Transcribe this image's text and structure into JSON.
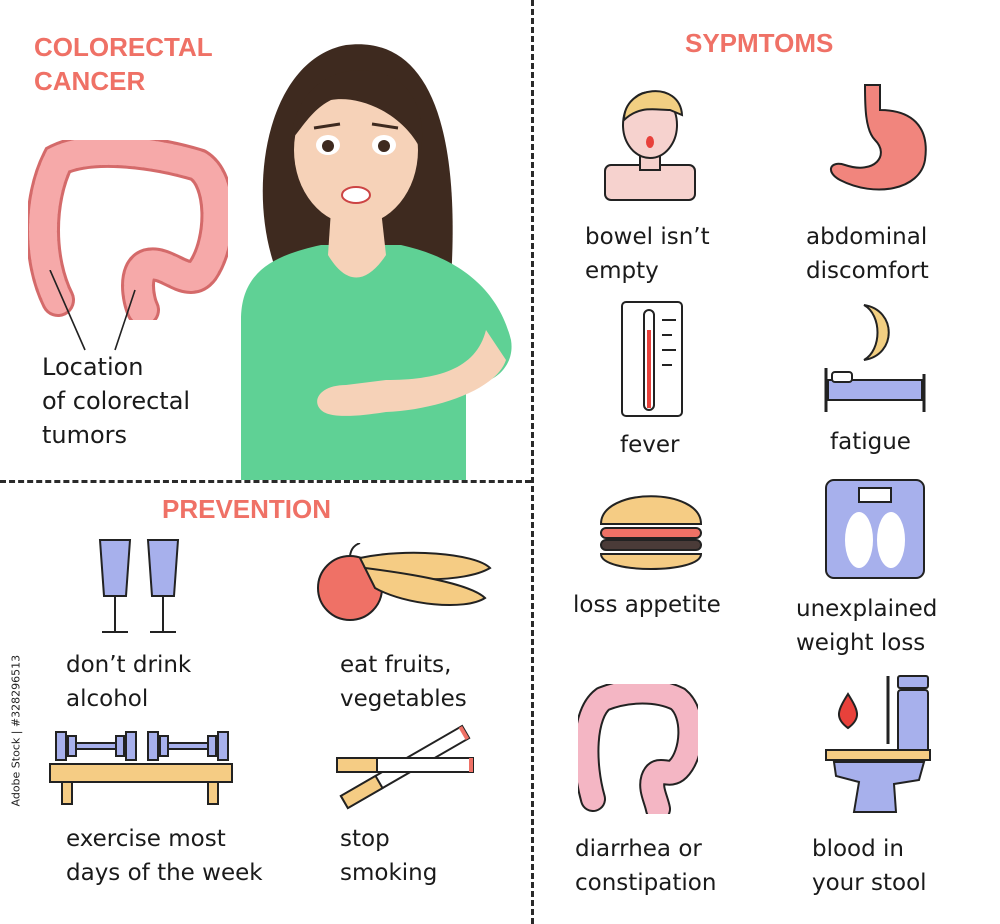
{
  "title_line1": "COLORECTAL",
  "title_line2": "CANCER",
  "location_label": [
    "Location",
    "of colorectal",
    "tumors"
  ],
  "symptoms_heading": "SYPMTOMS",
  "prevention_heading": "PREVENTION",
  "symptoms": [
    {
      "icon": "person-icon",
      "lines": [
        "bowel isn’t",
        "empty"
      ]
    },
    {
      "icon": "stomach-icon",
      "lines": [
        "abdominal",
        "discomfort"
      ]
    },
    {
      "icon": "thermometer-icon",
      "lines": [
        "fever"
      ]
    },
    {
      "icon": "moon-bed-icon",
      "lines": [
        "fatigue"
      ]
    },
    {
      "icon": "burger-icon",
      "lines": [
        "loss appetite"
      ]
    },
    {
      "icon": "scale-icon",
      "lines": [
        "unexplained",
        "weight loss"
      ]
    },
    {
      "icon": "intestine-icon",
      "lines": [
        "diarrhea or",
        "constipation"
      ]
    },
    {
      "icon": "toilet-icon",
      "lines": [
        "blood in",
        "your stool"
      ]
    }
  ],
  "prevention": [
    {
      "icon": "wine-glasses-icon",
      "lines": [
        "don’t drink",
        "alcohol"
      ]
    },
    {
      "icon": "fruits-icon",
      "lines": [
        "eat fruits,",
        "vegetables"
      ]
    },
    {
      "icon": "dumbbells-icon",
      "lines": [
        "exercise most",
        "days of the week"
      ]
    },
    {
      "icon": "cigarettes-icon",
      "lines": [
        "stop",
        "smoking"
      ]
    }
  ],
  "watermark": "Adobe Stock | #328296513",
  "colors": {
    "accent": "#ef7166",
    "shirt": "#5fd195",
    "hair": "#3e2a1f",
    "intestine": "#f4a5a5"
  }
}
